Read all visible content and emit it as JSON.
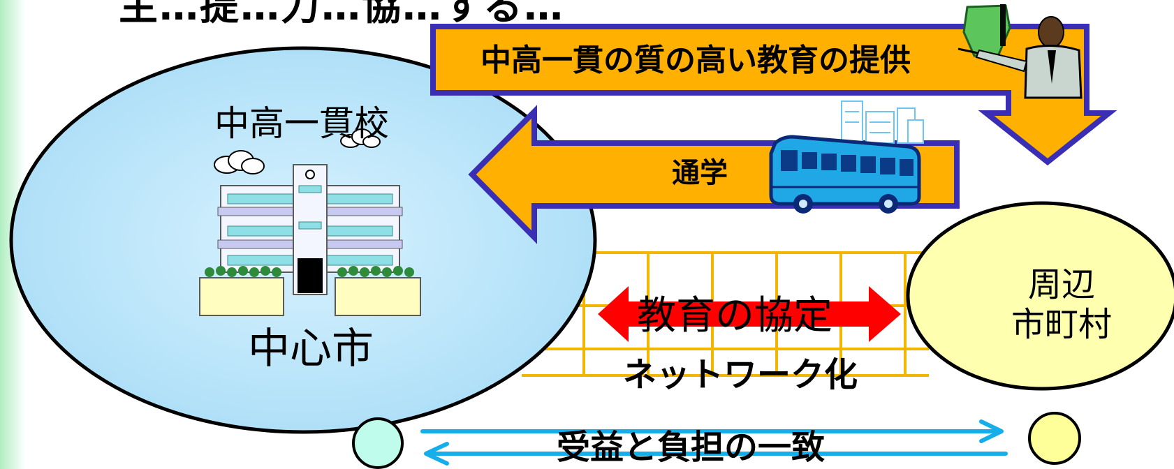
{
  "heading": "主…提…力…協…する…",
  "school": {
    "label": "中高一貫校"
  },
  "center_city": {
    "label": "中心市"
  },
  "surrounding": {
    "line1": "周辺",
    "line2": "市町村"
  },
  "arrow_supply": {
    "label": "中高一貫の質の高い教育の提供"
  },
  "arrow_commute": {
    "label": "通学"
  },
  "agreement": {
    "label": "教育の協定"
  },
  "network": {
    "label": "ネットワーク化"
  },
  "balance": {
    "label": "受益と負担の一致"
  },
  "colors": {
    "arrow_fill": "#FFB000",
    "arrow_border": "#3A2FB4",
    "center_fill": "#A9DDF7",
    "surround_fill": "#FFFFB0",
    "grid": "#F2B600",
    "agreement_arrow": "#FF0000",
    "balance_arrow": "#15AEEA",
    "left_circle": "#BFFCEB",
    "right_circle": "#FFFF99"
  }
}
